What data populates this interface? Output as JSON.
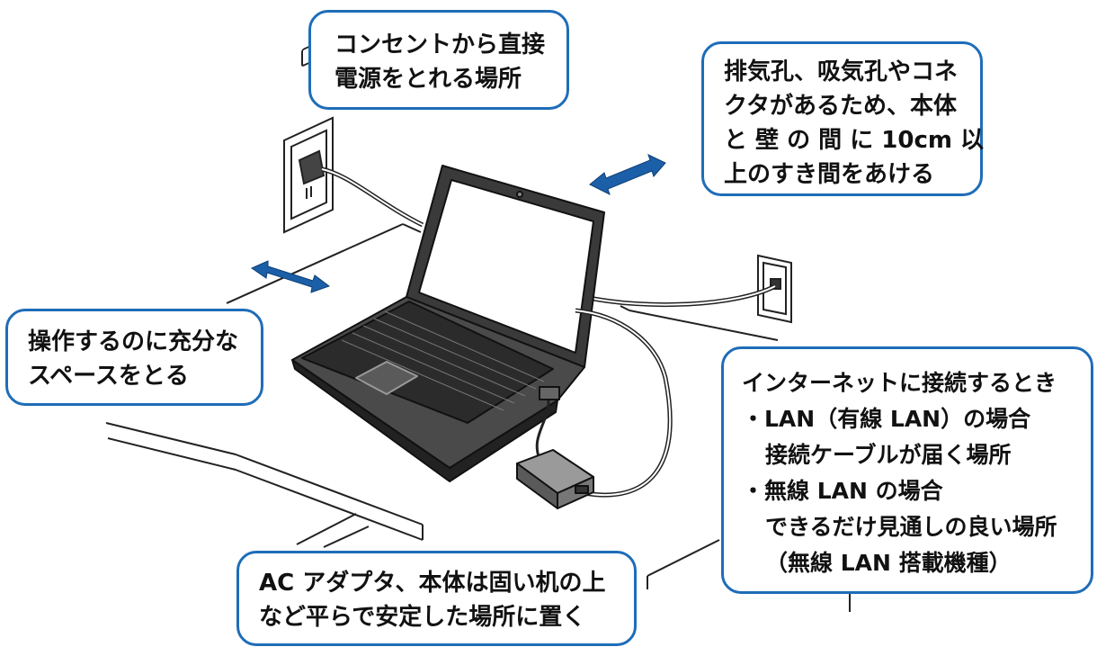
{
  "callouts": {
    "outlet": {
      "lines": [
        "コンセントから直接",
        "電源をとれる場所"
      ]
    },
    "vent": {
      "lines": [
        "排気孔、吸気孔やコネ",
        "クタがあるため、本体",
        "と 壁 の 間 に 10cm 以",
        "上のすき間をあける"
      ]
    },
    "space": {
      "lines": [
        "操作するのに充分な",
        "スペースをとる"
      ]
    },
    "internet": {
      "lines": [
        "インターネットに接続するとき",
        "・LAN（有線 LAN）の場合",
        "接続ケーブルが届く場所",
        "・無線 LAN の場合",
        "できるだけ見通しの良い場所",
        "（無線 LAN 搭載機種）"
      ]
    },
    "desk": {
      "lines": [
        "AC アダプタ、本体は固い机の上",
        "など平らで安定した場所に置く"
      ]
    }
  },
  "colors": {
    "callout_border": "#1e6db8",
    "arrow": "#1b5fa8",
    "line_art": "#222222"
  },
  "icons": [
    "power-outlet-icon",
    "lan-jack-icon",
    "laptop-illustration",
    "ac-adapter-illustration",
    "double-arrow-icon"
  ]
}
